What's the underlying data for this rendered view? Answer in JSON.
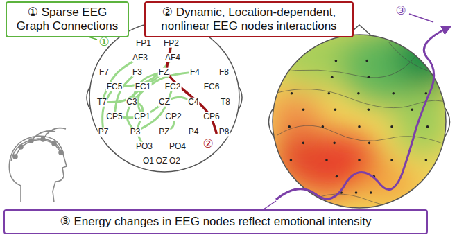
{
  "diagram": {
    "nodes": [
      {
        "text": [
          "① Sparse EEG Graph Connections"
        ]
      },
      {
        "text": [
          "② Dynamic, Location-dependent, nonlinear EEG nodes interactions"
        ]
      },
      {
        "text": [
          "③ Energy changes in EEG nodes reflect emotional intensity"
        ]
      }
    ],
    "labels": [
      "FP1",
      "FP2",
      "AF3",
      "AF4",
      "F7",
      "F3",
      "FZ",
      "F4",
      "F8",
      "FC5",
      "FC1",
      "FC2",
      "FC6",
      "T7",
      "C3",
      "CZ",
      "C4",
      "T8",
      "CP5",
      "CP1",
      "CP2",
      "CP6",
      "P7",
      "P3",
      "PZ",
      "P4",
      "P8",
      "PO3",
      "PO4",
      "O1",
      "OZ",
      "O2",
      "①",
      "②",
      "③"
    ]
  }
}
